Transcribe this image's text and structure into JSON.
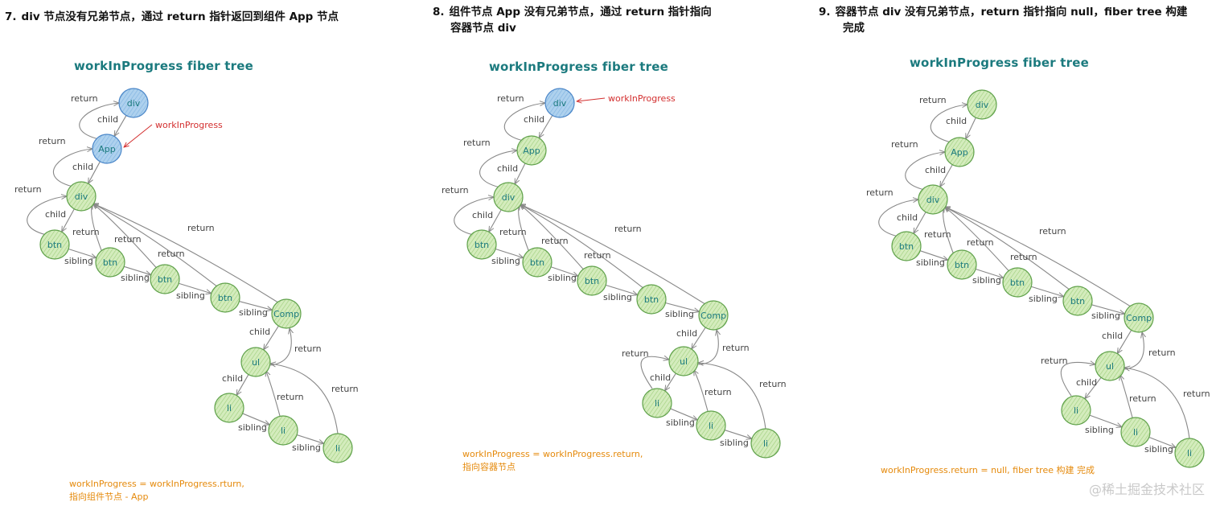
{
  "labels": {
    "tree_title": "workInProgress fiber tree",
    "return": "return",
    "child": "child",
    "sibling": "sibling",
    "pointer": "workInProgress"
  },
  "colors": {
    "node_green_fill": "#d4ecbd",
    "node_green_stroke": "#5fa14a",
    "node_blue_fill": "#aed1ee",
    "node_blue_stroke": "#4a86c8",
    "node_text": "#1b7a7e",
    "edge": "#888888",
    "pointer": "#d32f2f",
    "note": "#e58a0c"
  },
  "panels": [
    {
      "step_num": "7.",
      "step_line1": "div 节点没有兄弟节点，通过 return 指针返回到组件 App 节点",
      "step_line2": "",
      "note_line1": "workInProgress = workInProgress.rturn,",
      "note_line2": "指向组件节点 - App",
      "pointer_target": "App",
      "blue_nodes": [
        "div0",
        "App"
      ],
      "extra_return_to_ul": false
    },
    {
      "step_num": "8.",
      "step_line1": "组件节点 App 没有兄弟节点，通过 return 指针指向",
      "step_line2": "容器节点 div",
      "note_line1": "workInProgress = workInProgress.return,",
      "note_line2": "指向容器节点",
      "pointer_target": "div0",
      "blue_nodes": [
        "div0"
      ],
      "extra_return_to_ul": true
    },
    {
      "step_num": "9.",
      "step_line1": "容器节点 div 没有兄弟节点，return 指针指向 null，fiber tree 构建",
      "step_line2": "完成",
      "note_line1": "workInProgress.return = null,   fiber tree 构建 完成",
      "note_line2": "",
      "pointer_target": "",
      "blue_nodes": [],
      "extra_return_to_ul": true
    }
  ],
  "nodes": [
    {
      "id": "div0",
      "label": "div"
    },
    {
      "id": "App",
      "label": "App"
    },
    {
      "id": "div1",
      "label": "div"
    },
    {
      "id": "btn1",
      "label": "btn"
    },
    {
      "id": "btn2",
      "label": "btn"
    },
    {
      "id": "btn3",
      "label": "btn"
    },
    {
      "id": "btn4",
      "label": "btn"
    },
    {
      "id": "Comp",
      "label": "Comp"
    },
    {
      "id": "ul",
      "label": "ul"
    },
    {
      "id": "li1",
      "label": "li"
    },
    {
      "id": "li2",
      "label": "li"
    },
    {
      "id": "li3",
      "label": "li"
    }
  ],
  "watermark": "@稀土掘金技术社区"
}
